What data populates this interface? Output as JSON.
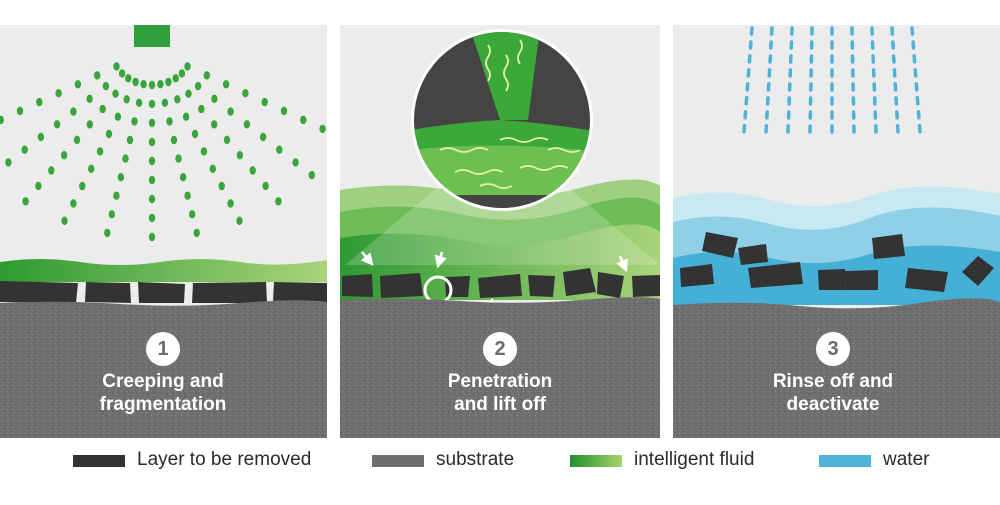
{
  "panels": [
    {
      "number": "1",
      "title_line1": "Creeping and",
      "title_line2": "fragmentation"
    },
    {
      "number": "2",
      "title_line1": "Penetration",
      "title_line2": "and lift off"
    },
    {
      "number": "3",
      "title_line1": "Rinse off and",
      "title_line2": "deactivate"
    }
  ],
  "legend": [
    {
      "label": "Layer to be removed",
      "color": "#333333"
    },
    {
      "label": "substrate",
      "color": "#6e6e6e"
    },
    {
      "label": "intelligent fluid",
      "color": "#3aaa35"
    },
    {
      "label": "water",
      "color": "#4fb3d9"
    }
  ],
  "colors": {
    "panel_background": "#ececec",
    "fluid_green": "#3aaa35",
    "water_blue": "#4fb3d9",
    "layer_dark": "#333333",
    "substrate_gray": "#6e6e6e"
  }
}
